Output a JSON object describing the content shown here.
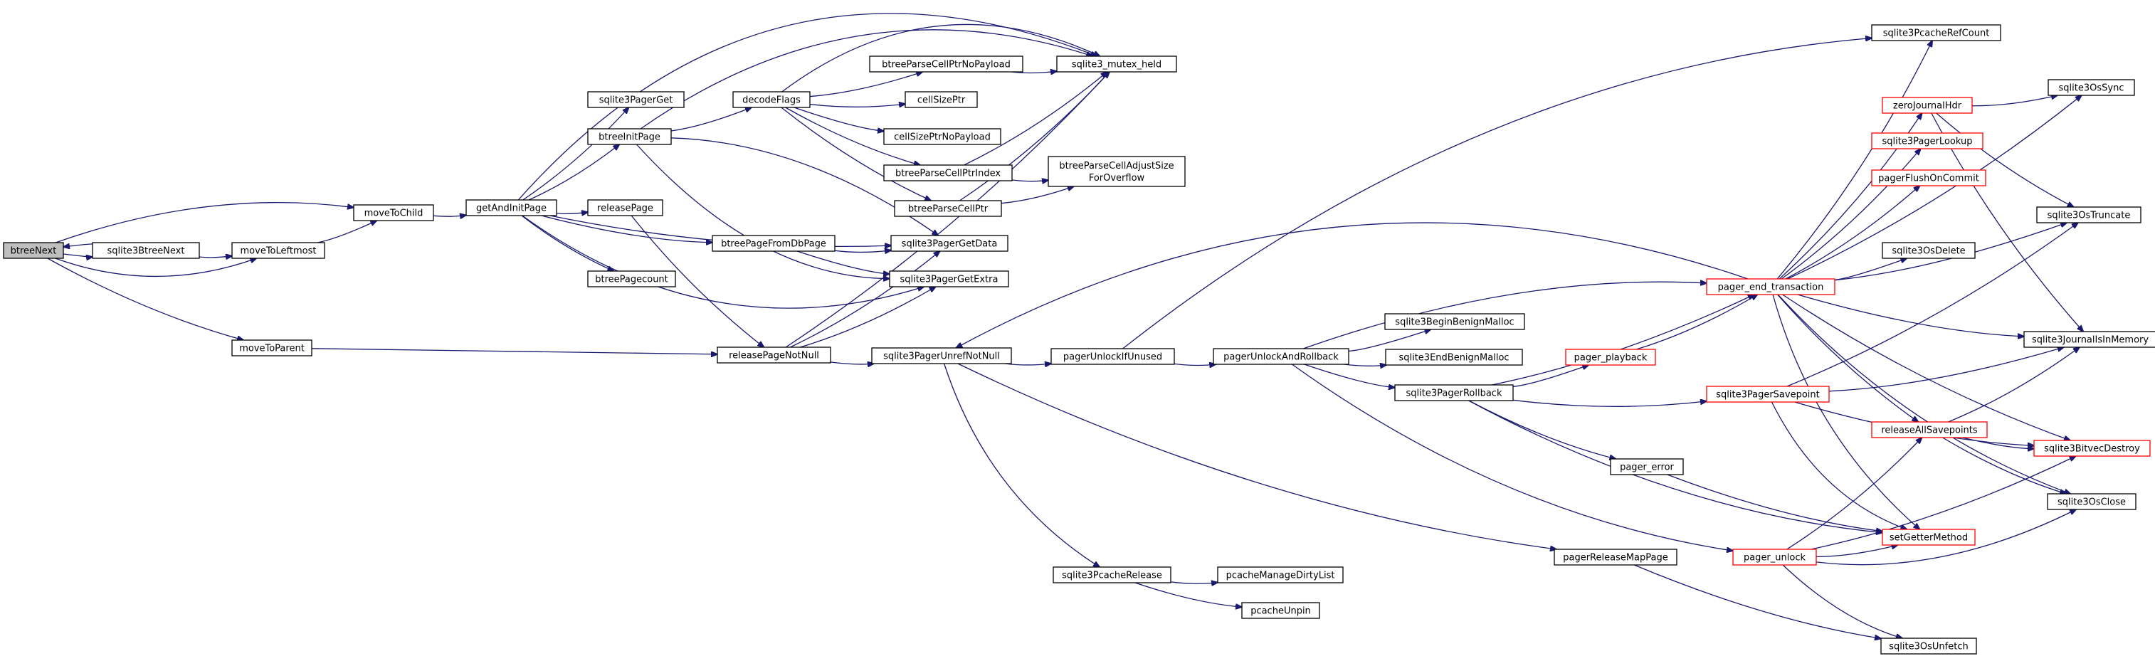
{
  "colors": {
    "edge": "#191970",
    "node_border": "#000000",
    "truncated_border": "#ff0000",
    "root_fill": "#bfbfbf",
    "node_fill": "#ffffff"
  },
  "nodes": [
    {
      "id": "btreeNext",
      "label": "btreeNext",
      "root": true
    },
    {
      "id": "sqlite3BtreeNext",
      "label": "sqlite3BtreeNext"
    },
    {
      "id": "moveToChild",
      "label": "moveToChild"
    },
    {
      "id": "moveToLeftmost",
      "label": "moveToLeftmost"
    },
    {
      "id": "moveToParent",
      "label": "moveToParent"
    },
    {
      "id": "getAndInitPage",
      "label": "getAndInitPage"
    },
    {
      "id": "sqlite3PagerGet",
      "label": "sqlite3PagerGet"
    },
    {
      "id": "btreeInitPage",
      "label": "btreeInitPage"
    },
    {
      "id": "releasePage",
      "label": "releasePage"
    },
    {
      "id": "btreePagecount",
      "label": "btreePagecount"
    },
    {
      "id": "decodeFlags",
      "label": "decodeFlags"
    },
    {
      "id": "btreePageFromDbPage",
      "label": "btreePageFromDbPage"
    },
    {
      "id": "releasePageNotNull",
      "label": "releasePageNotNull"
    },
    {
      "id": "btreeParseCellPtrNoPayload",
      "label": "btreeParseCellPtrNoPayload"
    },
    {
      "id": "cellSizePtr",
      "label": "cellSizePtr"
    },
    {
      "id": "cellSizePtrNoPayload",
      "label": "cellSizePtrNoPayload"
    },
    {
      "id": "btreeParseCellPtrIndex",
      "label": "btreeParseCellPtrIndex"
    },
    {
      "id": "btreeParseCellPtr",
      "label": "btreeParseCellPtr"
    },
    {
      "id": "sqlite3PagerGetData",
      "label": "sqlite3PagerGetData"
    },
    {
      "id": "sqlite3PagerGetExtra",
      "label": "sqlite3PagerGetExtra"
    },
    {
      "id": "sqlite3_mutex_held",
      "label": "sqlite3_mutex_held"
    },
    {
      "id": "btreeParseCellAdjustSizeForOverflow",
      "label": "btreeParseCellAdjustSize",
      "label2": "ForOverflow"
    },
    {
      "id": "sqlite3PagerUnrefNotNull",
      "label": "sqlite3PagerUnrefNotNull"
    },
    {
      "id": "sqlite3PcacheRelease",
      "label": "sqlite3PcacheRelease"
    },
    {
      "id": "pagerUnlockIfUnused",
      "label": "pagerUnlockIfUnused"
    },
    {
      "id": "pcacheManageDirtyList",
      "label": "pcacheManageDirtyList"
    },
    {
      "id": "pcacheUnpin",
      "label": "pcacheUnpin"
    },
    {
      "id": "pagerUnlockAndRollback",
      "label": "pagerUnlockAndRollback"
    },
    {
      "id": "sqlite3BeginBenignMalloc",
      "label": "sqlite3BeginBenignMalloc"
    },
    {
      "id": "sqlite3EndBenignMalloc",
      "label": "sqlite3EndBenignMalloc"
    },
    {
      "id": "sqlite3PagerRollback",
      "label": "sqlite3PagerRollback"
    },
    {
      "id": "pager_error",
      "label": "pager_error"
    },
    {
      "id": "pagerReleaseMapPage",
      "label": "pagerReleaseMapPage"
    },
    {
      "id": "pager_end_transaction",
      "label": "pager_end_transaction",
      "truncated": true
    },
    {
      "id": "pager_playback",
      "label": "pager_playback",
      "truncated": true
    },
    {
      "id": "sqlite3PagerSavepoint",
      "label": "sqlite3PagerSavepoint",
      "truncated": true
    },
    {
      "id": "pager_unlock",
      "label": "pager_unlock",
      "truncated": true
    },
    {
      "id": "sqlite3PcacheRefCount",
      "label": "sqlite3PcacheRefCount"
    },
    {
      "id": "zeroJournalHdr",
      "label": "zeroJournalHdr",
      "truncated": true
    },
    {
      "id": "sqlite3PagerLookup",
      "label": "sqlite3PagerLookup",
      "truncated": true
    },
    {
      "id": "pagerFlushOnCommit",
      "label": "pagerFlushOnCommit",
      "truncated": true
    },
    {
      "id": "sqlite3OsDelete",
      "label": "sqlite3OsDelete"
    },
    {
      "id": "releaseAllSavepoints",
      "label": "releaseAllSavepoints",
      "truncated": true
    },
    {
      "id": "setGetterMethod",
      "label": "setGetterMethod",
      "truncated": true
    },
    {
      "id": "sqlite3OsSync",
      "label": "sqlite3OsSync"
    },
    {
      "id": "sqlite3OsTruncate",
      "label": "sqlite3OsTruncate"
    },
    {
      "id": "sqlite3JournalIsInMemory",
      "label": "sqlite3JournalIsInMemory"
    },
    {
      "id": "sqlite3BitvecDestroy",
      "label": "sqlite3BitvecDestroy",
      "truncated": true
    },
    {
      "id": "sqlite3OsClose",
      "label": "sqlite3OsClose"
    },
    {
      "id": "sqlite3OsUnfetch",
      "label": "sqlite3OsUnfetch"
    }
  ],
  "edges": [
    [
      "btreeNext",
      "sqlite3BtreeNext"
    ],
    [
      "sqlite3BtreeNext",
      "btreeNext"
    ],
    [
      "btreeNext",
      "moveToChild"
    ],
    [
      "btreeNext",
      "moveToLeftmost"
    ],
    [
      "btreeNext",
      "moveToParent"
    ],
    [
      "sqlite3BtreeNext",
      "moveToLeftmost"
    ],
    [
      "moveToLeftmost",
      "moveToChild"
    ],
    [
      "moveToChild",
      "getAndInitPage"
    ],
    [
      "moveToParent",
      "releasePageNotNull"
    ],
    [
      "getAndInitPage",
      "sqlite3PagerGet"
    ],
    [
      "getAndInitPage",
      "btreeInitPage"
    ],
    [
      "getAndInitPage",
      "releasePage"
    ],
    [
      "getAndInitPage",
      "btreePagecount"
    ],
    [
      "getAndInitPage",
      "btreePageFromDbPage"
    ],
    [
      "getAndInitPage",
      "sqlite3PagerGetData"
    ],
    [
      "getAndInitPage",
      "sqlite3PagerGetExtra"
    ],
    [
      "getAndInitPage",
      "sqlite3_mutex_held"
    ],
    [
      "btreeInitPage",
      "decodeFlags"
    ],
    [
      "btreeInitPage",
      "sqlite3_mutex_held"
    ],
    [
      "btreeInitPage",
      "sqlite3PagerGetData"
    ],
    [
      "btreeInitPage",
      "sqlite3PagerGetExtra"
    ],
    [
      "releasePage",
      "releasePageNotNull"
    ],
    [
      "decodeFlags",
      "btreeParseCellPtrNoPayload"
    ],
    [
      "decodeFlags",
      "sqlite3_mutex_held"
    ],
    [
      "decodeFlags",
      "cellSizePtr"
    ],
    [
      "decodeFlags",
      "cellSizePtrNoPayload"
    ],
    [
      "decodeFlags",
      "btreeParseCellPtrIndex"
    ],
    [
      "decodeFlags",
      "btreeParseCellPtr"
    ],
    [
      "btreeParseCellPtrNoPayload",
      "sqlite3_mutex_held"
    ],
    [
      "btreeParseCellPtrIndex",
      "sqlite3_mutex_held"
    ],
    [
      "btreeParseCellPtrIndex",
      "btreeParseCellAdjustSizeForOverflow"
    ],
    [
      "btreeParseCellPtr",
      "sqlite3_mutex_held"
    ],
    [
      "btreeParseCellPtr",
      "btreeParseCellAdjustSizeForOverflow"
    ],
    [
      "btreePageFromDbPage",
      "sqlite3PagerGetData"
    ],
    [
      "btreePageFromDbPage",
      "sqlite3PagerGetExtra"
    ],
    [
      "releasePageNotNull",
      "sqlite3PagerGetData"
    ],
    [
      "releasePageNotNull",
      "sqlite3PagerGetExtra"
    ],
    [
      "releasePageNotNull",
      "sqlite3_mutex_held"
    ],
    [
      "releasePageNotNull",
      "sqlite3PagerUnrefNotNull"
    ],
    [
      "sqlite3PagerUnrefNotNull",
      "pagerUnlockIfUnused"
    ],
    [
      "sqlite3PagerUnrefNotNull",
      "sqlite3PcacheRelease"
    ],
    [
      "sqlite3PagerUnrefNotNull",
      "pagerReleaseMapPage"
    ],
    [
      "sqlite3PcacheRelease",
      "pcacheManageDirtyList"
    ],
    [
      "sqlite3PcacheRelease",
      "pcacheUnpin"
    ],
    [
      "pagerUnlockIfUnused",
      "pagerUnlockAndRollback"
    ],
    [
      "pagerUnlockIfUnused",
      "sqlite3PcacheRefCount"
    ],
    [
      "pagerUnlockAndRollback",
      "sqlite3BeginBenignMalloc"
    ],
    [
      "pagerUnlockAndRollback",
      "sqlite3EndBenignMalloc"
    ],
    [
      "pagerUnlockAndRollback",
      "sqlite3PagerRollback"
    ],
    [
      "pagerUnlockAndRollback",
      "pager_end_transaction"
    ],
    [
      "pagerUnlockAndRollback",
      "pager_unlock"
    ],
    [
      "sqlite3PagerRollback",
      "pager_end_transaction"
    ],
    [
      "sqlite3PagerRollback",
      "pager_playback"
    ],
    [
      "sqlite3PagerRollback",
      "sqlite3PagerSavepoint"
    ],
    [
      "sqlite3PagerRollback",
      "pager_error"
    ],
    [
      "sqlite3PagerRollback",
      "setGetterMethod"
    ],
    [
      "pager_playback",
      "pager_end_transaction"
    ],
    [
      "pager_error",
      "setGetterMethod"
    ],
    [
      "pagerReleaseMapPage",
      "sqlite3OsUnfetch"
    ],
    [
      "pager_end_transaction",
      "sqlite3PagerUnrefNotNull"
    ],
    [
      "pager_end_transaction",
      "sqlite3PcacheRefCount"
    ],
    [
      "pager_end_transaction",
      "zeroJournalHdr"
    ],
    [
      "pager_end_transaction",
      "sqlite3PagerLookup"
    ],
    [
      "pager_end_transaction",
      "pagerFlushOnCommit"
    ],
    [
      "pager_end_transaction",
      "sqlite3OsSync"
    ],
    [
      "pager_end_transaction",
      "sqlite3OsTruncate"
    ],
    [
      "pager_end_transaction",
      "sqlite3OsDelete"
    ],
    [
      "pager_end_transaction",
      "sqlite3JournalIsInMemory"
    ],
    [
      "pager_end_transaction",
      "releaseAllSavepoints"
    ],
    [
      "pager_end_transaction",
      "sqlite3BitvecDestroy"
    ],
    [
      "pager_end_transaction",
      "sqlite3OsClose"
    ],
    [
      "pager_end_transaction",
      "setGetterMethod"
    ],
    [
      "sqlite3PagerSavepoint",
      "sqlite3OsTruncate"
    ],
    [
      "sqlite3PagerSavepoint",
      "sqlite3JournalIsInMemory"
    ],
    [
      "sqlite3PagerSavepoint",
      "sqlite3BitvecDestroy"
    ],
    [
      "sqlite3PagerSavepoint",
      "setGetterMethod"
    ],
    [
      "pager_unlock",
      "releaseAllSavepoints"
    ],
    [
      "pager_unlock",
      "setGetterMethod"
    ],
    [
      "pager_unlock",
      "sqlite3BitvecDestroy"
    ],
    [
      "pager_unlock",
      "sqlite3OsClose"
    ],
    [
      "pager_unlock",
      "sqlite3OsUnfetch"
    ],
    [
      "zeroJournalHdr",
      "sqlite3OsSync"
    ],
    [
      "zeroJournalHdr",
      "sqlite3OsTruncate"
    ],
    [
      "zeroJournalHdr",
      "sqlite3JournalIsInMemory"
    ],
    [
      "releaseAllSavepoints",
      "sqlite3JournalIsInMemory"
    ],
    [
      "releaseAllSavepoints",
      "sqlite3BitvecDestroy"
    ],
    [
      "releaseAllSavepoints",
      "sqlite3OsClose"
    ]
  ]
}
